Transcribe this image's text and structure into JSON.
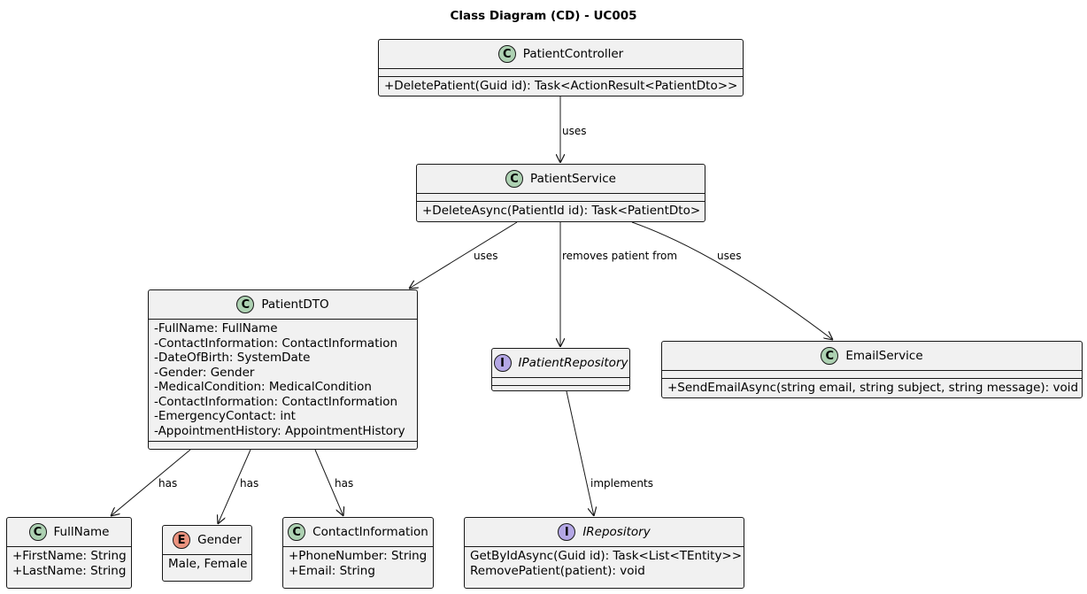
{
  "title": "Class Diagram (CD) - UC005",
  "classes": {
    "patient_controller": {
      "stereotype": "C",
      "name": "PatientController",
      "fields": [],
      "methods": [
        "+DeletePatient(Guid id): Task<ActionResult<PatientDto>>"
      ]
    },
    "patient_service": {
      "stereotype": "C",
      "name": "PatientService",
      "fields": [],
      "methods": [
        "+DeleteAsync(PatientId id): Task<PatientDto>"
      ]
    },
    "patient_dto": {
      "stereotype": "C",
      "name": "PatientDTO",
      "fields": [
        "-FullName: FullName",
        "-ContactInformation: ContactInformation",
        "-DateOfBirth: SystemDate",
        "-Gender: Gender",
        "-MedicalCondition: MedicalCondition",
        "-ContactInformation: ContactInformation",
        "-EmergencyContact: int",
        "-AppointmentHistory: AppointmentHistory"
      ],
      "methods": []
    },
    "ipatient_repository": {
      "stereotype": "I",
      "name": "IPatientRepository",
      "fields": [],
      "methods": []
    },
    "email_service": {
      "stereotype": "C",
      "name": "EmailService",
      "fields": [],
      "methods": [
        "+SendEmailAsync(string email, string subject, string message): void"
      ]
    },
    "full_name": {
      "stereotype": "C",
      "name": "FullName",
      "fields": [
        "+FirstName: String",
        "+LastName: String"
      ],
      "methods": []
    },
    "gender": {
      "stereotype": "E",
      "name": "Gender",
      "values": [
        "Male, Female"
      ]
    },
    "contact_information": {
      "stereotype": "C",
      "name": "ContactInformation",
      "fields": [
        "+PhoneNumber: String",
        "+Email: String"
      ],
      "methods": []
    },
    "irepository": {
      "stereotype": "I",
      "name": "IRepository",
      "fields": [],
      "methods": [
        "GetByIdAsync(Guid id): Task<List<TEntity>>",
        "RemovePatient(patient): void"
      ]
    }
  },
  "relations": {
    "controller_service": "uses",
    "service_dto": "uses",
    "service_repository": "removes patient from",
    "service_email": "uses",
    "dto_fullname": "has",
    "dto_gender": "has",
    "dto_contact": "has",
    "repository_irepository": "implements"
  },
  "colors": {
    "class_fill": "#f1f1f1",
    "border": "#181818",
    "class_icon": "#add1b2",
    "enum_icon": "#eb937f",
    "interface_icon": "#b4a7e5"
  }
}
